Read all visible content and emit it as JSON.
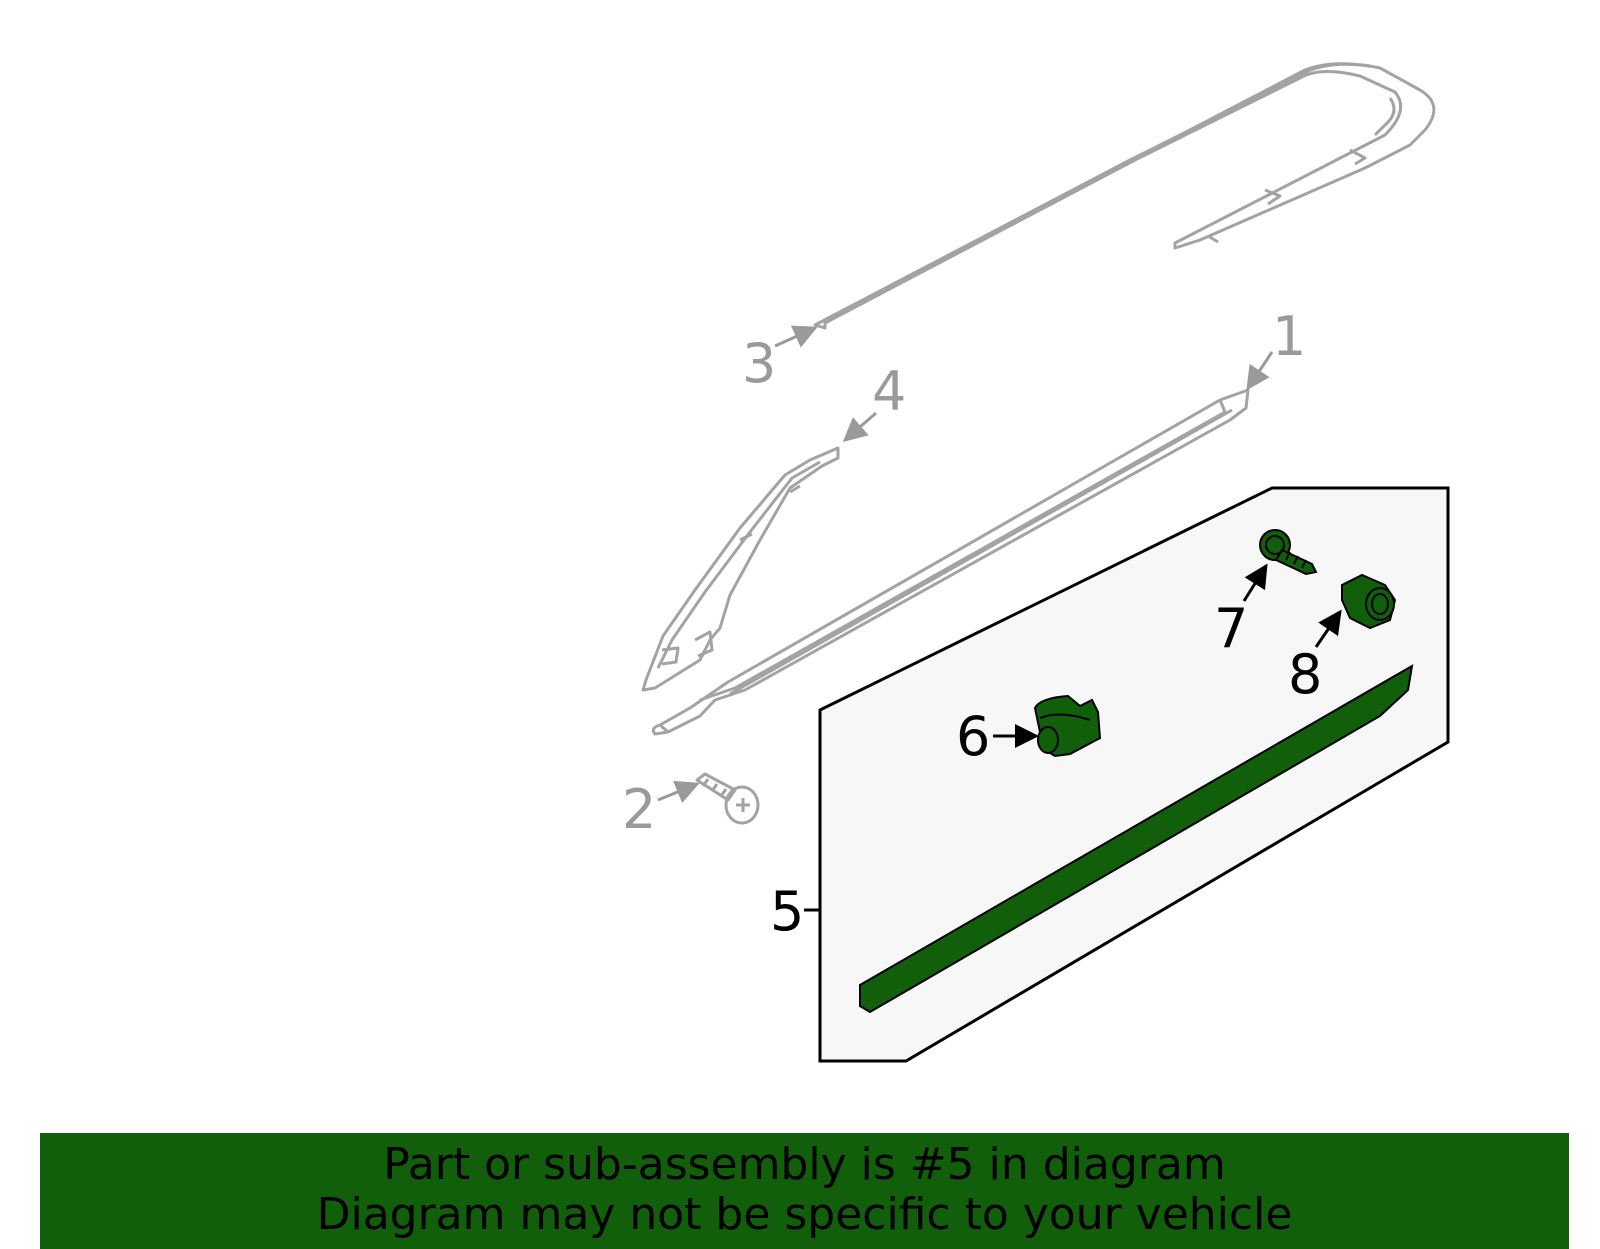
{
  "callouts": {
    "c1": "1",
    "c2": "2",
    "c3": "3",
    "c4": "4",
    "c5": "5",
    "c6": "6",
    "c7": "7",
    "c8": "8"
  },
  "banner": {
    "line1": "Part or sub-assembly is #5 in diagram",
    "line2": "Diagram may not be specific to your vehicle"
  },
  "colors": {
    "highlight_green": "#115e0b",
    "muted_gray": "#9a9a9a",
    "panel_fill": "#f7f7f7"
  }
}
